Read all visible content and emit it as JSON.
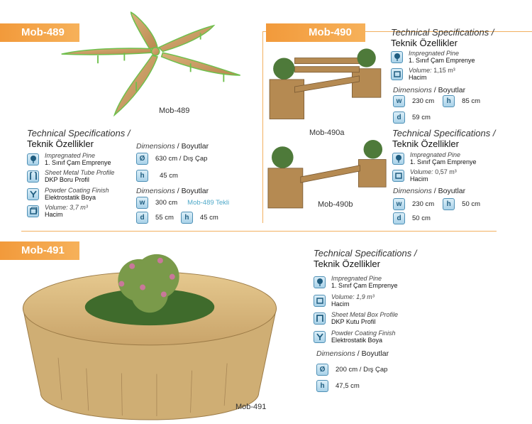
{
  "mob489": {
    "banner": "Mob-489",
    "caption": "Mob-489",
    "spec_title_en": "Technical Specifications /",
    "spec_title_tr": "Teknik Özellikler",
    "materials": [
      {
        "icon": "tree-icon",
        "en": "Impregnated Pine",
        "tr": "1. Sınıf Çam Emprenye"
      },
      {
        "icon": "tube-profile-icon",
        "en": "Sheet Metal Tube Profile",
        "tr": "DKP Boru Profil"
      },
      {
        "icon": "paint-brush-icon",
        "en": "Powder Coating Finish",
        "tr": "Elektrostatik Boya"
      },
      {
        "icon": "volume-icon",
        "en": "Volume: 3,7 m³",
        "tr": "Hacim"
      }
    ],
    "dims_heading_en": "Dimensions",
    "dims_heading_tr": " / Boyutlar",
    "diameter": {
      "icon": "Ø",
      "value": "630 cm / Dış Çap"
    },
    "height": {
      "icon": "h",
      "value": "45 cm"
    },
    "dims2_heading_en": "Dimensions",
    "dims2_heading_tr": " / Boyutlar",
    "width": {
      "icon": "w",
      "value": "300 cm",
      "note": "Mob-489 Tekli"
    },
    "depth": {
      "icon": "d",
      "value": "55 cm"
    },
    "height2": {
      "icon": "h",
      "value": "45 cm"
    }
  },
  "mob490": {
    "banner": "Mob-490",
    "a": {
      "caption": "Mob-490a",
      "spec_title_en": "Technical Specifications /",
      "spec_title_tr": "Teknik Özellikler",
      "material_en": "Impregnated Pine",
      "material_tr": "1. Sınıf Çam Emprenye",
      "volume_en": "Volume:",
      "volume_value": "1,15 m³",
      "volume_tr": "Hacim",
      "dims_heading_en": "Dimensions",
      "dims_heading_tr": " / Boyutlar",
      "width": {
        "icon": "w",
        "value": "230 cm"
      },
      "height": {
        "icon": "h",
        "value": "85 cm"
      },
      "depth": {
        "icon": "d",
        "value": "59 cm"
      }
    },
    "b": {
      "caption": "Mob-490b",
      "spec_title_en": "Technical Specifications /",
      "spec_title_tr": "Teknik Özellikler",
      "material_en": "Impregnated Pine",
      "material_tr": "1. Sınıf Çam Emprenye",
      "volume_en": "Volume:",
      "volume_value": "0,57 m³",
      "volume_tr": "Hacim",
      "dims_heading_en": "Dimensions",
      "dims_heading_tr": " / Boyutlar",
      "width": {
        "icon": "w",
        "value": "230 cm"
      },
      "height": {
        "icon": "h",
        "value": "50 cm"
      },
      "depth": {
        "icon": "d",
        "value": "50 cm"
      }
    }
  },
  "mob491": {
    "banner": "Mob-491",
    "caption": "Mob-491",
    "spec_title_en": "Technical Specifications /",
    "spec_title_tr": "Teknik Özellikler",
    "materials": [
      {
        "icon": "tree-icon",
        "en": "Impregnated Pine",
        "tr": "1. Sınıf Çam Emprenye"
      },
      {
        "icon": "volume-icon",
        "en": "Volume: 1,9 m³",
        "tr": "Hacim"
      },
      {
        "icon": "box-profile-icon",
        "en": "Sheet Metal Box Profile",
        "tr": "DKP Kutu Profil"
      },
      {
        "icon": "paint-brush-icon",
        "en": "Powder Coating Finish",
        "tr": "Elektrostatik Boya"
      }
    ],
    "dims_heading_en": "Dimensions",
    "dims_heading_tr": " / Boyutlar",
    "diameter": {
      "icon": "Ø",
      "value": "200 cm / Dış Çap"
    },
    "height": {
      "icon": "h",
      "value": "47,5 cm"
    }
  },
  "colors": {
    "banner": "#f29a3b",
    "divider": "#f2b060",
    "icon_border": "#4d8fb5",
    "wood": "#c9a46a",
    "tekli": "#4fa9c9"
  }
}
